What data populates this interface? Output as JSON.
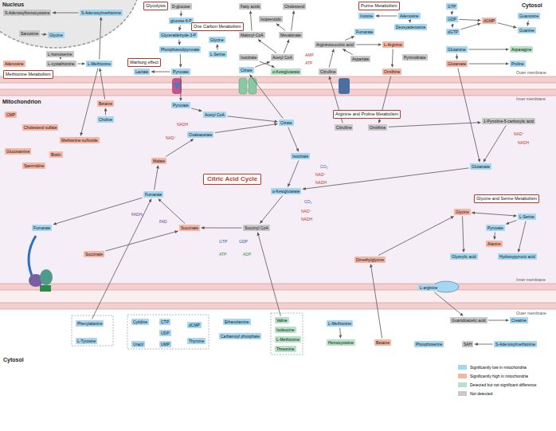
{
  "diagram": {
    "nodes": [
      {
        "text": [
          "Nucleus"
        ]
      },
      {
        "text": [
          "S-Adenosylhomocysteine"
        ],
        "in": 0
      },
      {
        "text": [
          "S-Adenosylmethionine"
        ],
        "in": 0
      },
      {
        "text": [
          "Sarcosine"
        ],
        "in": 0
      },
      {
        "text": [
          "Glycine"
        ],
        "in": 0
      },
      {
        "text": [
          "Glycolysis"
        ]
      },
      {
        "text": [
          "D-glucose"
        ]
      },
      {
        "text": [
          "glucose-6-P"
        ]
      },
      {
        "text": [
          "Glyceraldehyde-3-P"
        ]
      },
      {
        "text": [
          "Phosphoenolpyruvate"
        ]
      },
      {
        "text": [
          "Warburg effect"
        ]
      },
      {
        "text": [
          "Lactate"
        ]
      },
      {
        "text": [
          "Pyruvate"
        ]
      },
      {
        "text": [
          "Adenosine"
        ]
      },
      {
        "text": [
          "L-homoserine"
        ]
      },
      {
        "text": [
          "L-cystathionine"
        ]
      },
      {
        "text": [
          "L-Methionine"
        ]
      },
      {
        "text": [
          "Methionine Metabolism"
        ]
      },
      {
        "text": [
          "One Carbon Metabolism"
        ]
      },
      {
        "text": [
          "Glycine"
        ]
      },
      {
        "text": [
          "L-Serine"
        ]
      },
      {
        "text": [
          "Fatty acids"
        ]
      },
      {
        "text": [
          "Isoprenoids"
        ]
      },
      {
        "text": [
          "Cholesterol"
        ]
      },
      {
        "text": [
          "Malonyl-CoA"
        ]
      },
      {
        "text": [
          "Mevalonate"
        ]
      },
      {
        "text": [
          "Isocitrate"
        ]
      },
      {
        "text": [
          "Citrate"
        ]
      },
      {
        "text": [
          "Acetyl CoA"
        ]
      },
      {
        "text": [
          "α-Ketoglutarate"
        ]
      },
      {
        "text": [
          "Purine Metabolism"
        ]
      },
      {
        "text": [
          "Inosine"
        ]
      },
      {
        "text": [
          "Adenosine"
        ]
      },
      {
        "text": [
          "Deoxyadenosine"
        ]
      },
      {
        "text": [
          "GTP"
        ]
      },
      {
        "text": [
          "GDP"
        ]
      },
      {
        "text": [
          "dGTP"
        ]
      },
      {
        "text": [
          "dGMP"
        ]
      },
      {
        "text": [
          "Guanosine"
        ]
      },
      {
        "text": [
          "Guanine"
        ]
      },
      {
        "text": [
          "Argininosuccinic acid"
        ]
      },
      {
        "text": [
          "Fumarate"
        ]
      },
      {
        "text": [
          "L-Arginine"
        ]
      },
      {
        "text": [
          "Pyrimidinate"
        ]
      },
      {
        "text": [
          "Aspartate"
        ]
      },
      {
        "text": [
          "Citrulline"
        ]
      },
      {
        "text": [
          "Ornithine"
        ]
      },
      {
        "text": [
          "Glutamine"
        ]
      },
      {
        "text": [
          "Glutamate"
        ]
      },
      {
        "text": [
          "Asparagine"
        ]
      },
      {
        "text": [
          "Proline"
        ]
      },
      {
        "text": [
          "Mitochondrion"
        ]
      },
      {
        "text": [
          "Pyruvate"
        ],
        "in": 51
      },
      {
        "text": [
          "Acetyl CoA"
        ],
        "in": 51
      },
      {
        "text": [
          "Betaine"
        ],
        "in": 51
      },
      {
        "text": [
          "Choline"
        ],
        "in": 51
      },
      {
        "text": [
          "Methionine sulfoxide"
        ],
        "in": 51
      },
      {
        "text": [
          "CMP"
        ],
        "in": 51
      },
      {
        "text": [
          "Cholesterol sulfate"
        ],
        "in": 51
      },
      {
        "text": [
          "Glucosamine"
        ],
        "in": 51
      },
      {
        "text": [
          "Biotin"
        ],
        "in": 51
      },
      {
        "text": [
          "Spermidine"
        ],
        "in": 51
      },
      {
        "text": [
          "Oxaloacetate"
        ],
        "in": 51
      },
      {
        "text": [
          "Citrate"
        ],
        "in": 51
      },
      {
        "text": [
          "Isocitrate"
        ],
        "in": 51
      },
      {
        "text": [
          "α-Ketoglutarate"
        ],
        "in": 51
      },
      {
        "text": [
          "Succinyl CoA"
        ],
        "in": 51
      },
      {
        "text": [
          "Succinate"
        ],
        "in": 51
      },
      {
        "text": [
          "Fumarate"
        ],
        "in": 51
      },
      {
        "text": [
          "Malate"
        ],
        "in": 51
      },
      {
        "text": [
          "Citric Acid Cycle"
        ],
        "in": 51
      },
      {
        "text": [
          "Fumarate"
        ],
        "in": 51
      },
      {
        "text": [
          "Succinate"
        ],
        "in": 51
      },
      {
        "text": [
          "Arginine and Proline Metabolism"
        ],
        "in": 51
      },
      {
        "text": [
          "Citrulline"
        ],
        "in": 51
      },
      {
        "text": [
          "Ornithine"
        ],
        "in": 51
      },
      {
        "text": [
          "1-Pyrroline-5-carboxylic acid"
        ],
        "in": 51
      },
      {
        "text": [
          "Glutamate"
        ],
        "in": 51
      },
      {
        "text": [
          "Glycine and Serine Metabolism"
        ],
        "in": 51
      },
      {
        "text": [
          "Glycine"
        ],
        "in": 51
      },
      {
        "text": [
          "L-Serine"
        ],
        "in": 51
      },
      {
        "text": [
          "Pyruvate"
        ],
        "in": 51
      },
      {
        "text": [
          "Alanine"
        ],
        "in": 51
      },
      {
        "text": [
          "Glyoxylic acid"
        ],
        "in": 51
      },
      {
        "text": [
          "Hydroxypyruvic acid"
        ],
        "in": 51
      },
      {
        "text": [
          "Dimethylglycine"
        ],
        "in": 51
      },
      {
        "text": [
          "L-arginine"
        ],
        "in": 51
      },
      {
        "text": [
          "Phenylalanine"
        ]
      },
      {
        "text": [
          "L-Tyrosine"
        ]
      },
      {
        "text": [
          "Cytidine"
        ]
      },
      {
        "text": [
          "Uracil"
        ]
      },
      {
        "text": [
          "CTP"
        ]
      },
      {
        "text": [
          "UDP"
        ]
      },
      {
        "text": [
          "UMP"
        ]
      },
      {
        "text": [
          "dCMP"
        ]
      },
      {
        "text": [
          "Thymine"
        ]
      },
      {
        "text": [
          "Ethanolamine"
        ]
      },
      {
        "text": [
          "Carbamoyl phosphate"
        ]
      },
      {
        "text": [
          "Valine"
        ]
      },
      {
        "text": [
          "Isoleucine"
        ]
      },
      {
        "text": [
          "L-Methionine"
        ]
      },
      {
        "text": [
          "Threonine"
        ]
      },
      {
        "text": [
          "L-Methionine"
        ]
      },
      {
        "text": [
          "Homocysteine"
        ]
      },
      {
        "text": [
          "Betaine"
        ]
      },
      {
        "text": [
          "Guanidoacetic acid"
        ]
      },
      {
        "text": [
          "Creatine"
        ]
      },
      {
        "text": [
          "Phosphoserine"
        ]
      },
      {
        "text": [
          "SAH"
        ]
      },
      {
        "text": [
          "S-Adenosylmethionine"
        ]
      }
    ],
    "edges": [
      {
        "from": 2,
        "to": 1,
        "arrow": "to"
      },
      {
        "from": 3,
        "to": 4,
        "arrow": "to"
      },
      {
        "from": 16,
        "to": 2,
        "arrow": "to"
      },
      {
        "from": 14,
        "to": 15,
        "arrow": "to"
      },
      {
        "from": 15,
        "to": 16,
        "arrow": "to"
      },
      {
        "from": 6,
        "to": 7,
        "arrow": "to"
      },
      {
        "from": 7,
        "to": 8,
        "arrow": "to"
      },
      {
        "from": 8,
        "to": 9,
        "arrow": "to"
      },
      {
        "from": 9,
        "to": 12,
        "arrow": "to"
      },
      {
        "from": 12,
        "to": 11,
        "arrow": "to"
      },
      {
        "from": 20,
        "to": 19,
        "arrow": "to"
      },
      {
        "from": 12,
        "to": 52,
        "arrow": "to"
      },
      {
        "from": 52,
        "to": 53,
        "arrow": "to"
      },
      {
        "from": 53,
        "to": 63,
        "arrow": "to"
      },
      {
        "from": 62,
        "to": 63,
        "arrow": "to"
      },
      {
        "from": 63,
        "to": 64,
        "arrow": "to"
      },
      {
        "from": 64,
        "to": 65,
        "arrow": "to"
      },
      {
        "from": 65,
        "to": 66,
        "arrow": "to"
      },
      {
        "from": 66,
        "to": 67,
        "arrow": "to"
      },
      {
        "from": 67,
        "to": 68,
        "arrow": "to"
      },
      {
        "from": 68,
        "to": 69,
        "arrow": "to"
      },
      {
        "from": 69,
        "to": 62,
        "arrow": "to"
      },
      {
        "from": 63,
        "to": 27,
        "arrow": "to"
      },
      {
        "from": 27,
        "to": 28,
        "arrow": "to"
      },
      {
        "from": 28,
        "to": 24,
        "arrow": "to"
      },
      {
        "from": 24,
        "to": 21,
        "arrow": "to"
      },
      {
        "from": 28,
        "to": 25,
        "arrow": "to"
      },
      {
        "from": 25,
        "to": 22,
        "arrow": "to"
      },
      {
        "from": 25,
        "to": 23,
        "arrow": "to"
      },
      {
        "from": 26,
        "to": 29,
        "arrow": "to"
      },
      {
        "from": 74,
        "to": 45,
        "arrow": "to"
      },
      {
        "from": 46,
        "to": 75,
        "arrow": "to"
      },
      {
        "from": 45,
        "to": 40,
        "arrow": "to"
      },
      {
        "from": 44,
        "to": 40,
        "arrow": "to"
      },
      {
        "from": 40,
        "to": 41,
        "arrow": "to"
      },
      {
        "from": 40,
        "to": 42,
        "arrow": "to"
      },
      {
        "from": 42,
        "to": 46,
        "arrow": "to"
      },
      {
        "from": 32,
        "to": 31,
        "arrow": "to"
      },
      {
        "from": 32,
        "to": 33,
        "arrow": "to"
      },
      {
        "from": 34,
        "to": 35,
        "arrow": "to"
      },
      {
        "from": 35,
        "to": 36,
        "arrow": "to"
      },
      {
        "from": 35,
        "to": 37,
        "arrow": "to"
      },
      {
        "from": 36,
        "to": 37,
        "arrow": "to"
      },
      {
        "from": 37,
        "to": 39,
        "arrow": "to"
      },
      {
        "from": 38,
        "to": 39,
        "arrow": "to"
      },
      {
        "from": 47,
        "to": 48,
        "arrow": "to"
      },
      {
        "from": 47,
        "to": 49,
        "arrow": "to"
      },
      {
        "from": 48,
        "to": 50,
        "arrow": "to"
      },
      {
        "from": 48,
        "to": 77,
        "arrow": "to"
      },
      {
        "from": 75,
        "to": 76,
        "arrow": "to"
      },
      {
        "from": 76,
        "to": 77,
        "arrow": "to"
      },
      {
        "from": 77,
        "to": 65,
        "arrow": "to"
      },
      {
        "from": 16,
        "to": 56,
        "arrow": "to"
      },
      {
        "from": 55,
        "to": 54,
        "arrow": "to"
      },
      {
        "from": 54,
        "to": 16,
        "arrow": "to"
      },
      {
        "from": 79,
        "to": 80,
        "arrow": "both"
      },
      {
        "from": 80,
        "to": 81,
        "arrow": "to"
      },
      {
        "from": 81,
        "to": 82,
        "arrow": "to"
      },
      {
        "from": 79,
        "to": 83,
        "arrow": "to"
      },
      {
        "from": 80,
        "to": 84,
        "arrow": "to"
      },
      {
        "from": 85,
        "to": 79,
        "arrow": "to"
      },
      {
        "from": 104,
        "to": 85,
        "arrow": "to"
      },
      {
        "from": 86,
        "to": 105,
        "arrow": "to"
      },
      {
        "from": 105,
        "to": 106,
        "arrow": "to"
      },
      {
        "from": 68,
        "to": 71,
        "arrow": "to"
      },
      {
        "from": 72,
        "to": 67,
        "arrow": "to"
      },
      {
        "from": 87,
        "to": 68,
        "arrow": "to"
      },
      {
        "from": 98,
        "to": 66,
        "arrow": "to"
      },
      {
        "from": 102,
        "to": 103,
        "arrow": "to"
      },
      {
        "from": 109,
        "to": 108,
        "arrow": "to"
      }
    ],
    "labels": [
      "Cytosol",
      "Outer membrane",
      "Inner membrane",
      "NADH",
      "NAD⁺",
      "CO₂",
      "NAD⁺",
      "NADH",
      "CO₂",
      "NAD⁺",
      "NADH",
      "GTP",
      "GDP",
      "ATP",
      "ADP",
      "FADH₂",
      "FAD",
      "AMP",
      "ATP",
      "NAD⁺",
      "NADH",
      "Inner membrane",
      "Outer membrane",
      "Cytosol"
    ],
    "legend": [
      {
        "text": "Significantly low in mitochondria",
        "color": "#a6d7f0"
      },
      {
        "text": "Significantly high in mitochondria",
        "color": "#f4b6a5"
      },
      {
        "text": "Detected but not significant difference",
        "color": "#b6e3c6"
      },
      {
        "text": "Not detected",
        "color": "#c8c8c8"
      }
    ]
  }
}
